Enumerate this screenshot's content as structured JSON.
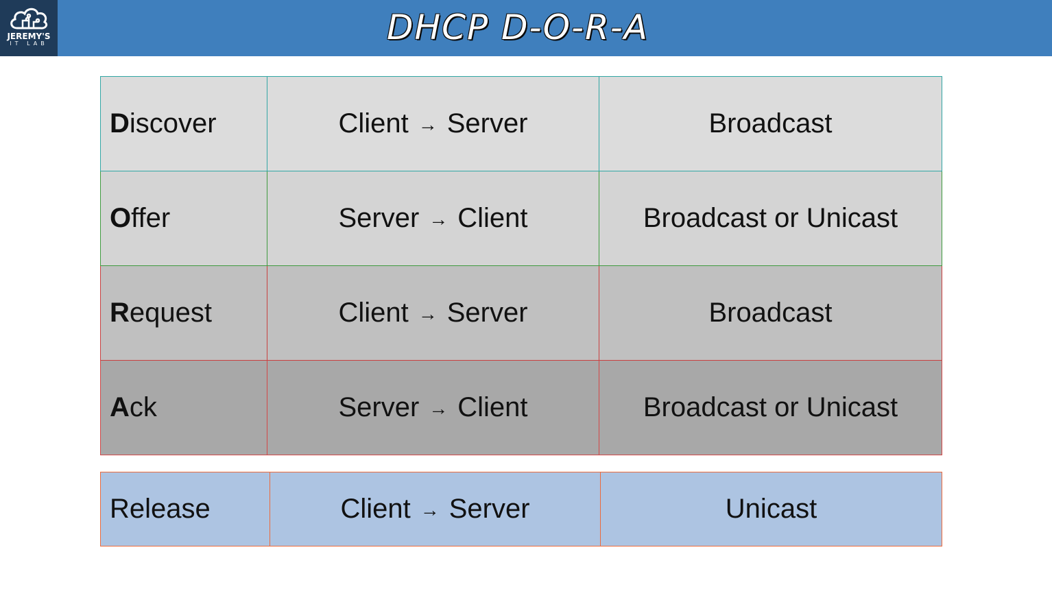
{
  "logo": {
    "name": "JEREMY'S",
    "subtitle": "IT LAB"
  },
  "title": "DHCP D-O-R-A",
  "arrow_glyph": "→",
  "dora_rows": [
    {
      "initial": "D",
      "rest": "iscover",
      "from": "Client",
      "to": "Server",
      "delivery": "Broadcast",
      "row_bg": "#dcdcdc",
      "border": "#31a6a4"
    },
    {
      "initial": "O",
      "rest": "ffer",
      "from": "Server",
      "to": "Client",
      "delivery": "Broadcast or Unicast",
      "row_bg": "#d4d4d4",
      "border": "#3e9a3e"
    },
    {
      "initial": "R",
      "rest": "equest",
      "from": "Client",
      "to": "Server",
      "delivery": "Broadcast",
      "row_bg": "#c0c0c0",
      "border": "#c9403f"
    },
    {
      "initial": "A",
      "rest": "ck",
      "from": "Server",
      "to": "Client",
      "delivery": "Broadcast or Unicast",
      "row_bg": "#a8a8a8",
      "border": "#d24747"
    }
  ],
  "release_row": {
    "name": "Release",
    "from": "Client",
    "to": "Server",
    "delivery": "Unicast",
    "row_bg": "#adc4e2",
    "border": "#ec6a3c"
  }
}
